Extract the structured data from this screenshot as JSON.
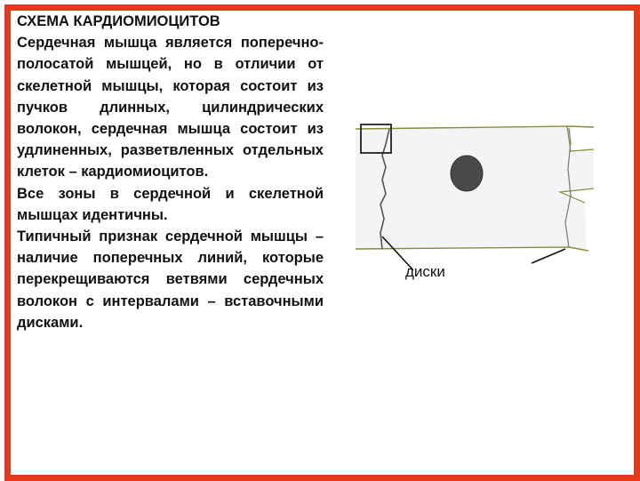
{
  "slide": {
    "title": "СХЕМА КАРДИОМИОЦИТОВ",
    "paragraphs": [
      "Сердечная мышца является поперечно-полосатой мышцей, но в отличии от скелетной мышцы, которая состоит из пучков длинных, цилиндрических волокон, сердечная мышца состоит из удлиненных, разветвленных отдельных клеток – кардиомиоцитов.",
      "Все зоны в сердечной и скелетной мышцах идентичны.",
      "Типичный признак сердечной мышцы – наличие поперечных линий, которые перекрещиваются ветвями сердечных волокон с интервалами – вставочными дисками."
    ]
  },
  "figure": {
    "label": "диски"
  },
  "colors": {
    "border": "#e5391c",
    "cell_fill": "#f4f4f6",
    "cell_outline": "#8a8a3a",
    "nucleus": "#4a4a4a"
  }
}
